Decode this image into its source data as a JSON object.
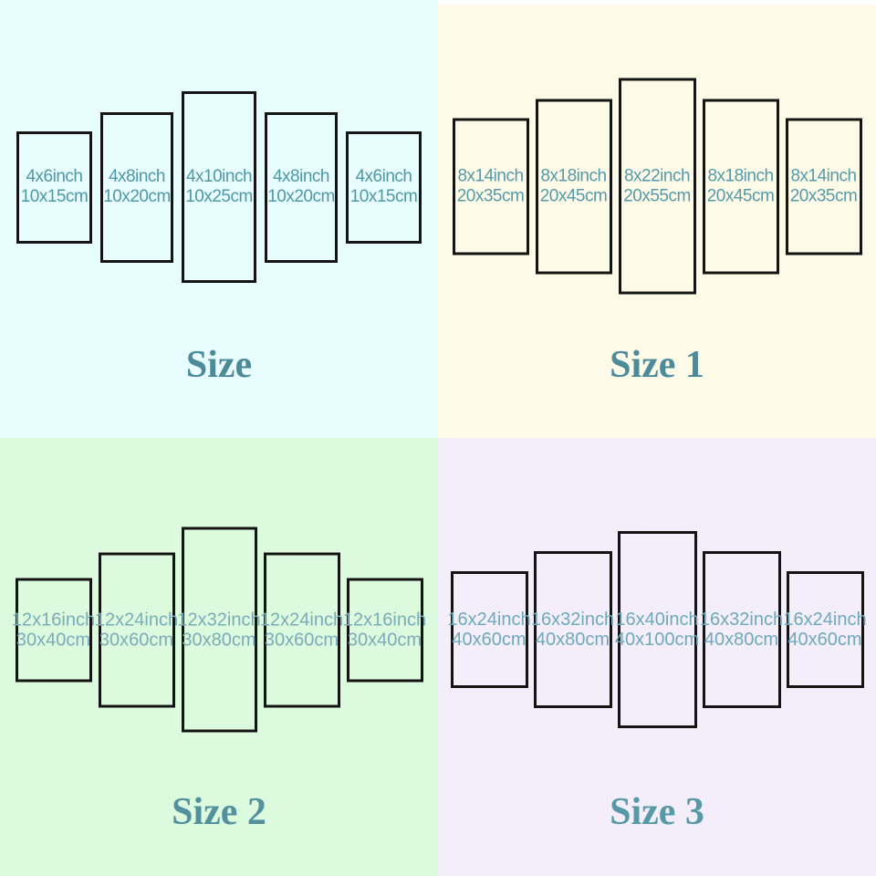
{
  "quadrants": [
    {
      "title": "Size",
      "background": "#e8fdfd",
      "label_color": "#4e98a8",
      "title_color": "#4d8b9b",
      "panels": [
        {
          "inch": "4x6inch",
          "cm": "10x15cm"
        },
        {
          "inch": "4x8inch",
          "cm": "10x20cm"
        },
        {
          "inch": "4x10inch",
          "cm": "10x25cm"
        },
        {
          "inch": "4x8inch",
          "cm": "10x20cm"
        },
        {
          "inch": "4x6inch",
          "cm": "10x15cm"
        }
      ]
    },
    {
      "title": "Size 1",
      "background": "#fdfbe7",
      "label_color": "#569aa9",
      "title_color": "#4d8b9b",
      "panels": [
        {
          "inch": "8x14inch",
          "cm": "20x35cm"
        },
        {
          "inch": "8x18inch",
          "cm": "20x45cm"
        },
        {
          "inch": "8x22inch",
          "cm": "20x55cm"
        },
        {
          "inch": "8x18inch",
          "cm": "20x45cm"
        },
        {
          "inch": "8x14inch",
          "cm": "20x35cm"
        }
      ]
    },
    {
      "title": "Size 2",
      "background": "#dcfadd",
      "label_color": "#7cacb9",
      "title_color": "#53919e",
      "panels": [
        {
          "inch": "12x16inch",
          "cm": "30x40cm"
        },
        {
          "inch": "12x24inch",
          "cm": "30x60cm"
        },
        {
          "inch": "12x32inch",
          "cm": "30x80cm"
        },
        {
          "inch": "12x24inch",
          "cm": "30x60cm"
        },
        {
          "inch": "12x16inch",
          "cm": "30x40cm"
        }
      ]
    },
    {
      "title": "Size 3",
      "background": "#f3eefa",
      "label_color": "#6fa9bc",
      "title_color": "#579aa6",
      "panels": [
        {
          "inch": "16x24inch",
          "cm": "40x60cm"
        },
        {
          "inch": "16x32inch",
          "cm": "40x80cm"
        },
        {
          "inch": "16x40inch",
          "cm": "40x100cm"
        },
        {
          "inch": "16x32inch",
          "cm": "40x80cm"
        },
        {
          "inch": "16x24inch",
          "cm": "40x60cm"
        }
      ]
    }
  ]
}
